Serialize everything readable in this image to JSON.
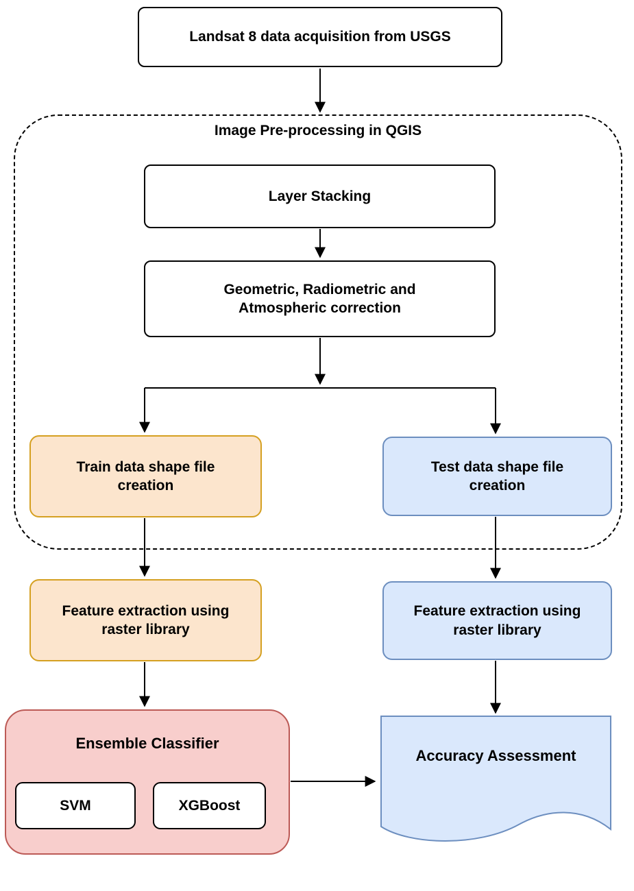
{
  "palette": {
    "white_node_fill": "#FFFFFF",
    "white_node_stroke": "#000000",
    "orange_fill": "#FCE5CD",
    "orange_stroke": "#D5A021",
    "blue_fill": "#DAE8FC",
    "blue_stroke": "#6C8EBF",
    "pink_fill": "#F8CECC",
    "pink_stroke": "#BC5A56",
    "arrow_color": "#000000",
    "text_color": "#000000"
  },
  "flowchart": {
    "nodes": {
      "landsat": "Landsat 8 data acquisition from USGS",
      "preprocessing_title": "Image Pre-processing in QGIS",
      "layer_stacking": "Layer Stacking",
      "correction": "Geometric, Radiometric and Atmospheric correction",
      "train_shape": "Train data shape file creation",
      "test_shape": "Test data shape file creation",
      "feature_extraction_train": "Feature extraction using raster library",
      "feature_extraction_test": "Feature extraction using raster library",
      "ensemble_title": "Ensemble Classifier",
      "svm": "SVM",
      "xgboost": "XGBoost",
      "accuracy": "Accuracy Assessment"
    }
  }
}
